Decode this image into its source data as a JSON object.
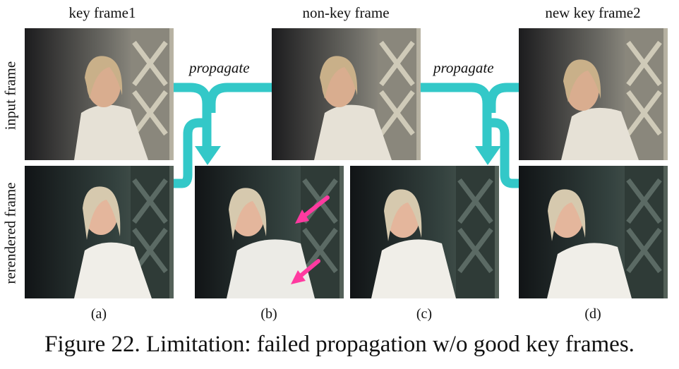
{
  "columns": {
    "key_frame1": "key frame1",
    "non_key_frame": "non-key frame",
    "new_key_frame2": "new key frame2"
  },
  "rows": {
    "input": "input frame",
    "rerendered": "rerendered frame"
  },
  "arrows": {
    "left": "propagate",
    "right": "propagate"
  },
  "sublabels": [
    "(a)",
    "(b)",
    "(c)",
    "(d)"
  ],
  "caption": "Figure 22. Limitation: failed propagation w/o good key frames.",
  "colors": {
    "arrow": "#33c8c8",
    "pink_arrow": "#ff3aa0"
  }
}
